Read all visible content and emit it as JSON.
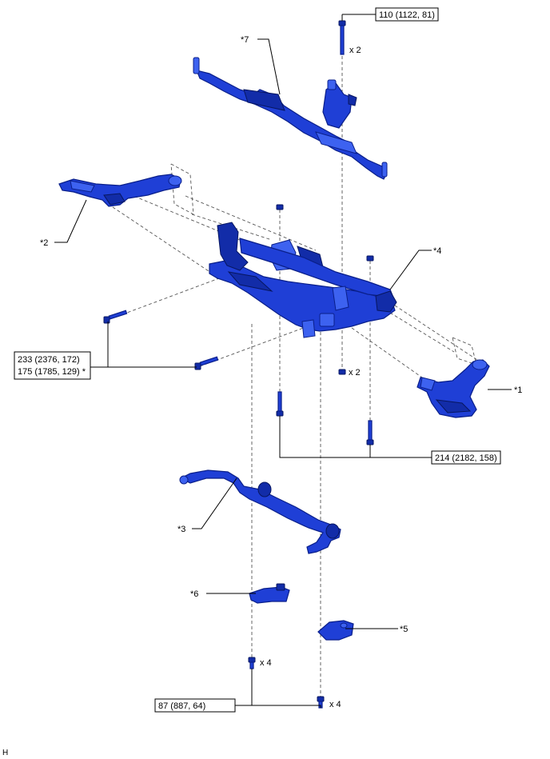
{
  "callouts": {
    "c1": "*1",
    "c2": "*2",
    "c3": "*3",
    "c4": "*4",
    "c5": "*5",
    "c6": "*6",
    "c7": "*7"
  },
  "torque": {
    "t110": "110 (1122, 81)",
    "t233": "233 (2376, 172)",
    "t175": "175 (1785, 129) *",
    "t214": "214 (2182, 158)",
    "t87": "87 (887, 64)"
  },
  "qty": {
    "q_top": "x 2",
    "q_mid": "x 2",
    "q_bl": "x 4",
    "q_br": "x 4"
  },
  "figure_code": "H",
  "colors": {
    "part": "#1f3fd6",
    "outline": "#0a1f8a"
  }
}
